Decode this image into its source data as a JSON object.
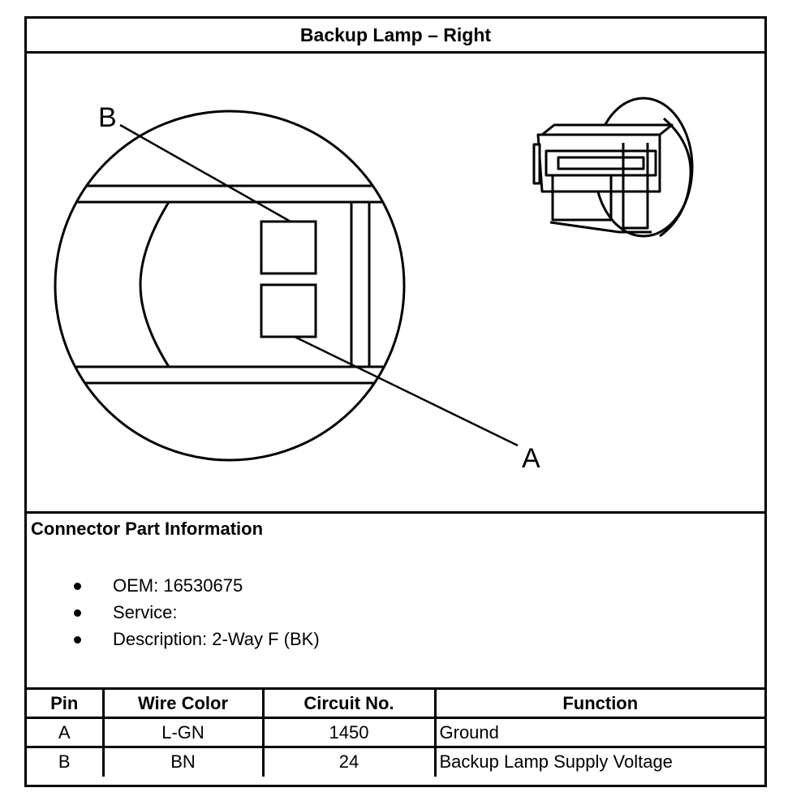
{
  "title": "Backup Lamp – Right",
  "diagram": {
    "pin_labels": [
      "B",
      "A"
    ]
  },
  "connector_info": {
    "heading": "Connector Part Information",
    "items": [
      "OEM: 16530675",
      "Service:",
      "Description: 2-Way F (BK)"
    ]
  },
  "pin_table": {
    "headers": [
      "Pin",
      "Wire Color",
      "Circuit No.",
      "Function"
    ],
    "rows": [
      [
        "A",
        "L-GN",
        "1450",
        "Ground"
      ],
      [
        "B",
        "BN",
        "24",
        "Backup Lamp Supply Voltage"
      ]
    ]
  }
}
